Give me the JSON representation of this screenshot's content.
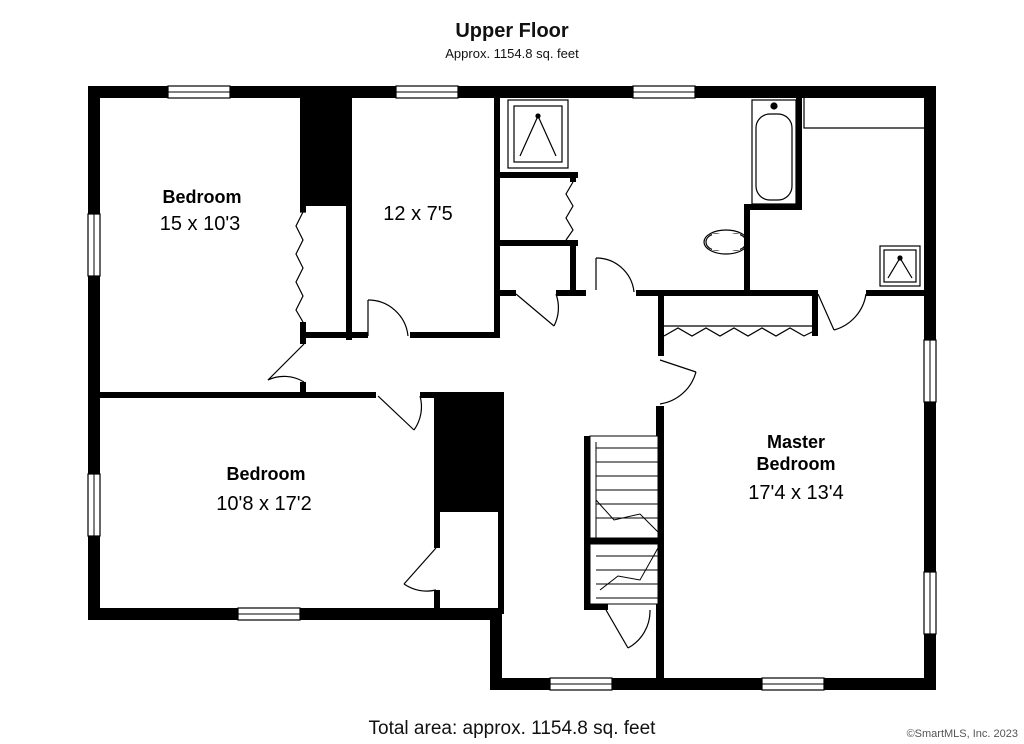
{
  "header": {
    "title": "Upper Floor",
    "subtitle": "Approx. 1154.8 sq. feet"
  },
  "rooms": {
    "bedroom1": {
      "name": "Bedroom",
      "dims": "15 x 10'3"
    },
    "closet_room": {
      "dims": "12 x 7'5"
    },
    "bedroom2": {
      "name": "Bedroom",
      "dims": "10'8 x 17'2"
    },
    "master": {
      "name_line1": "Master",
      "name_line2": "Bedroom",
      "dims": "17'4 x 13'4"
    }
  },
  "footer": {
    "total_area": "Total area: approx. 1154.8 sq. feet",
    "copyright": "©SmartMLS, Inc.  2023"
  }
}
